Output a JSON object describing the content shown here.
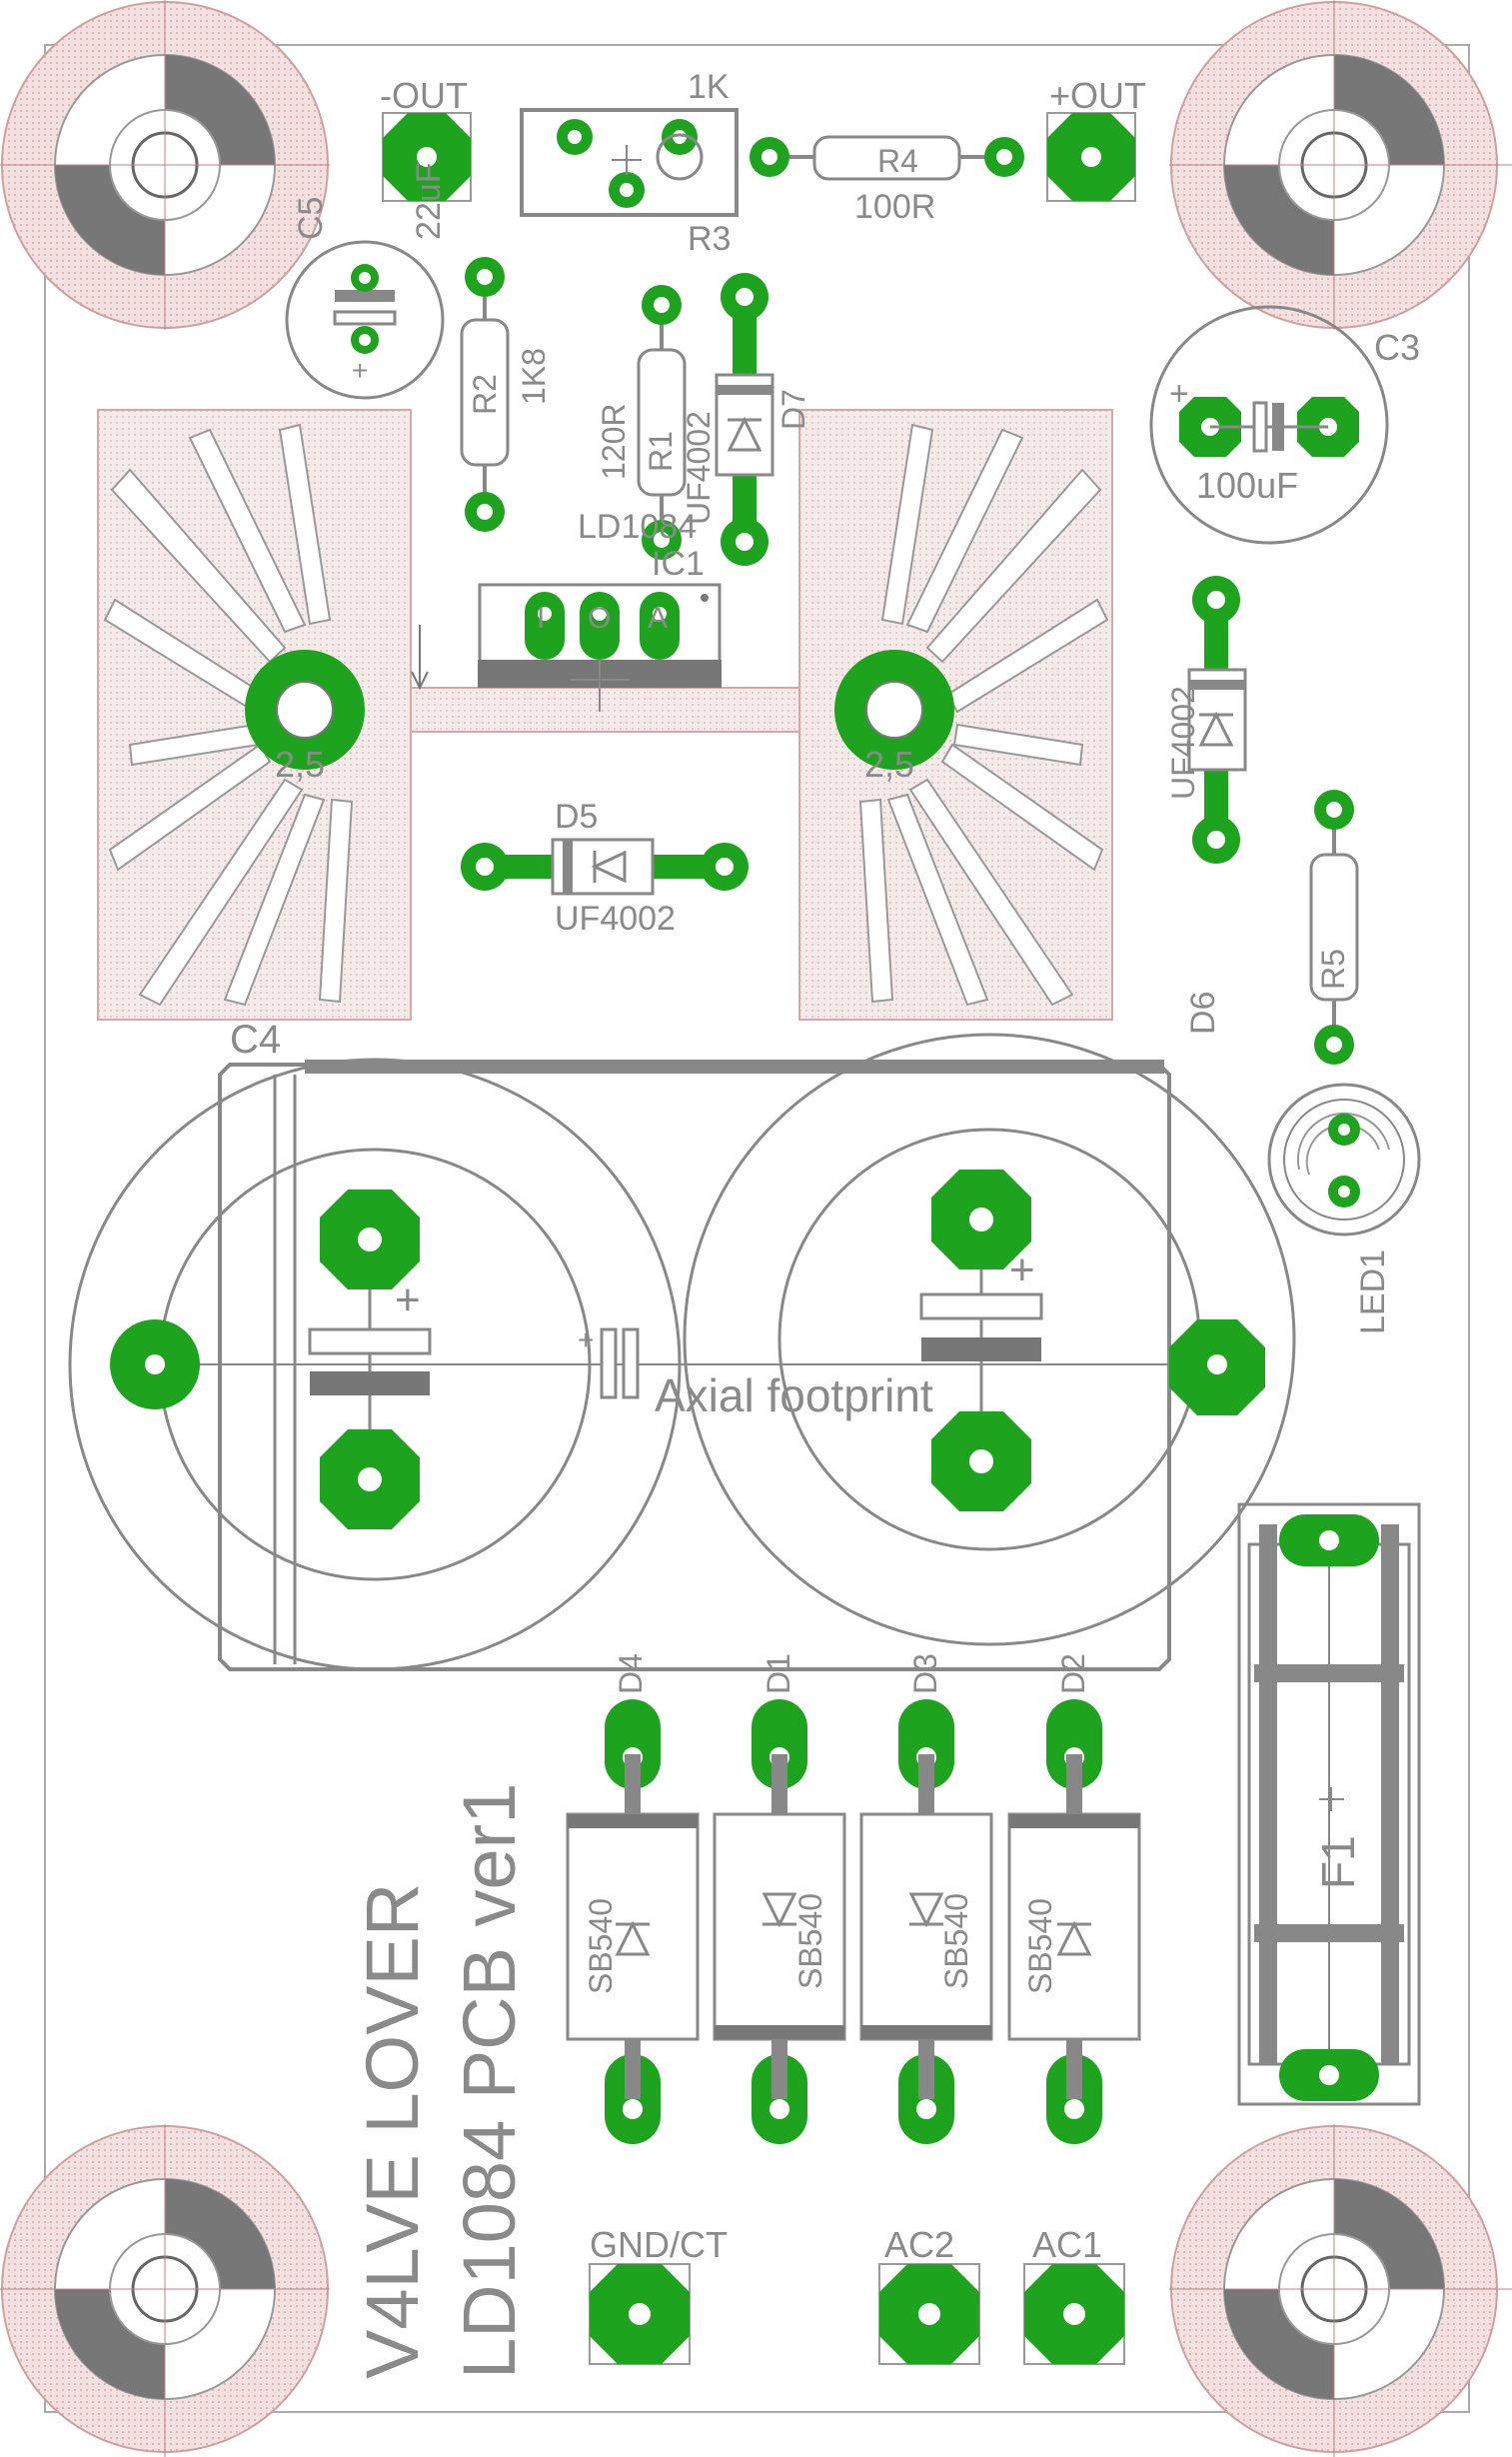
{
  "board": {
    "title_line1": "V4LVE LOVER",
    "title_line2": "LD1084 PCB ver1"
  },
  "colors": {
    "background": "#ffffff",
    "silkscreen": "#8a8a8a",
    "copper": "#1ea31e",
    "drill": "#ffffff",
    "heatsink_fill": "#f2e6e6",
    "heatsink_stroke": "#d9a0a0",
    "mounting_fill": "#f0d8d8",
    "dark_gray": "#777777"
  },
  "labels": {
    "out_neg": "-OUT",
    "out_pos": "+OUT",
    "r3_value": "1K",
    "r3_name": "R3",
    "r4_name": "R4",
    "r4_value": "100R",
    "c5_name": "C5",
    "c5_value": "22uF",
    "r2_name": "R2",
    "r2_value": "1K8",
    "r1_name": "R1",
    "r1_value": "120R",
    "d7_name": "D7",
    "d7_value": "UF4002",
    "ic1_part": "LD1084",
    "ic1_name": "IC1",
    "ic1_pin1": "I",
    "ic1_pin2": "O",
    "ic1_pin3": "A",
    "c3_name": "C3",
    "c3_value": "100uF",
    "hs_left": "2,5",
    "hs_right": "2,5",
    "d5_name": "D5",
    "d5_value": "UF4002",
    "d6_value": "UF4002",
    "d6_name": "D6",
    "r5_name": "R5",
    "c4_name": "C4",
    "led1_name": "LED1",
    "axial": "Axial footprint",
    "f1_name": "F1",
    "d4_name": "D4",
    "d1_name": "D1",
    "d3_name": "D3",
    "d2_name": "D2",
    "sb_d4": "SB540",
    "sb_d1": "SB540",
    "sb_d3": "SB540",
    "sb_d2": "SB540",
    "gnd_ct": "GND/CT",
    "ac2": "AC2",
    "ac1": "AC1"
  }
}
